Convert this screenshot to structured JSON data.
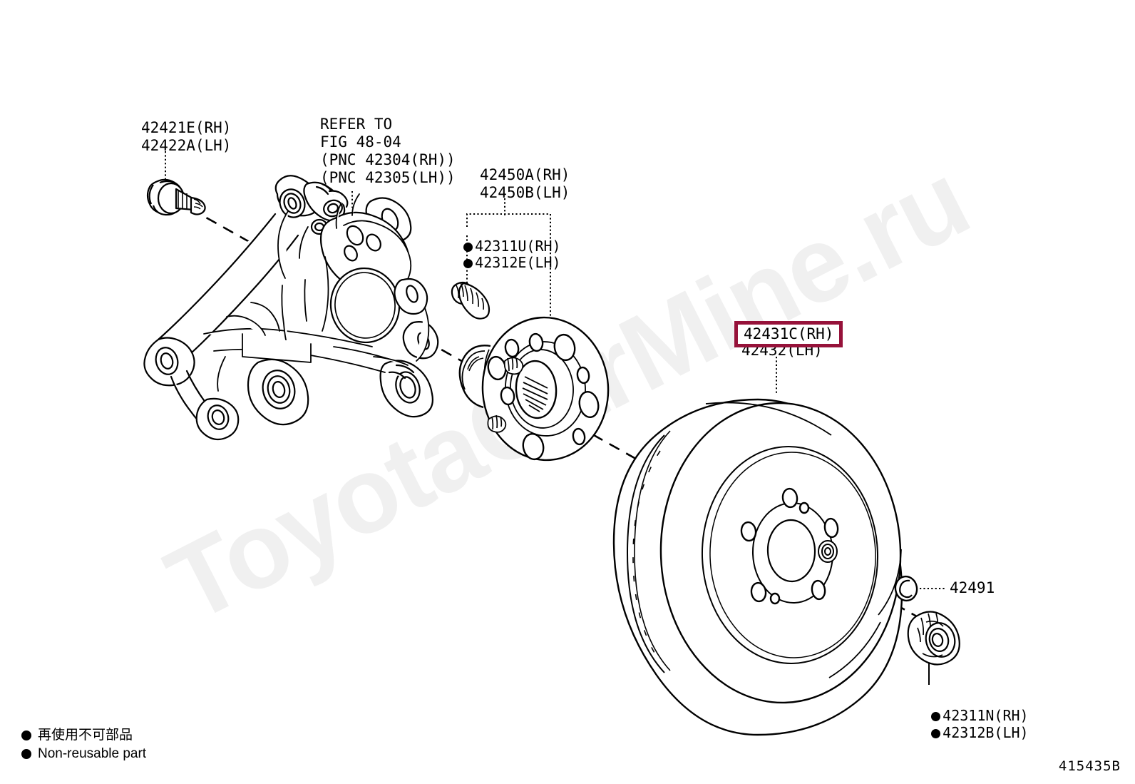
{
  "diagram": {
    "figure_code": "415435B",
    "watermark": "ToyotaCarMine.ru"
  },
  "labels": {
    "knuckle_bolt": "42421E(RH)\n42422A(LH)",
    "refer_to": "REFER TO\nFIG 48-04\n(PNC 42304(RH))\n(PNC 42305(LH))",
    "hub_assy": "42450A(RH)\n42450B(LH)",
    "stud_rh": "42311U(RH)",
    "stud_lh": "42312E(LH)",
    "rotor_highlight": "42431C(RH)",
    "rotor_lh": "42432(LH)",
    "clip": "42491",
    "nut_rh": "42311N(RH)",
    "nut_lh": "42312B(LH)"
  },
  "legend": {
    "jp": "再使用不可部品",
    "en": "Non-reusable part"
  },
  "colors": {
    "highlight_border": "#96123a",
    "line": "#000000",
    "watermark": "#f0f0f0"
  }
}
